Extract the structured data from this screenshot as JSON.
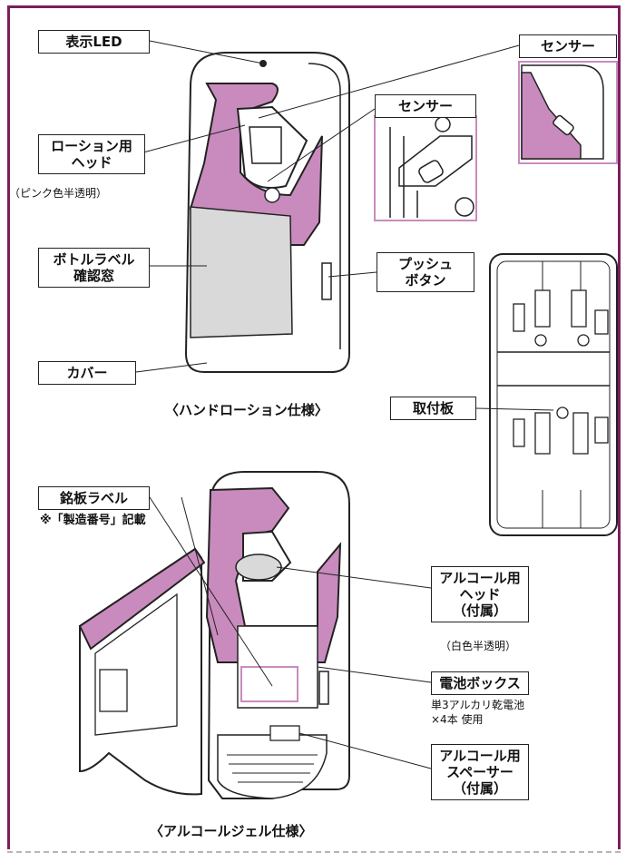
{
  "colors": {
    "frame": "#7a1f5c",
    "accent": "#c98bbd",
    "panel": "#d9d9d9",
    "line": "#222222"
  },
  "labels": {
    "display_led": "表示LED",
    "sensor_top": "センサー",
    "sensor_mid": "センサー",
    "lotion_head_1": "ローション用",
    "lotion_head_2": "ヘッド",
    "lotion_head_note": "（ピンク色半透明）",
    "bottle_label_1": "ボトルラベル",
    "bottle_label_2": "確認窓",
    "push_button_1": "プッシュ",
    "push_button_2": "ボタン",
    "cover": "カバー",
    "mount_plate": "取付板",
    "nameplate": "銘板ラベル",
    "nameplate_note": "※「製造番号」記載",
    "alcohol_head_1": "アルコール用",
    "alcohol_head_2": "ヘッド",
    "alcohol_head_3": "（付属）",
    "alcohol_head_note": "（白色半透明）",
    "battery_box": "電池ボックス",
    "battery_note_1": "単3アルカリ乾電池",
    "battery_note_2": "×4本 使用",
    "spacer_1": "アルコール用",
    "spacer_2": "スペーサー",
    "spacer_3": "（付属）"
  },
  "captions": {
    "hand_lotion": "〈ハンドローション仕様〉",
    "alcohol_gel": "〈アルコールジェル仕様〉"
  }
}
